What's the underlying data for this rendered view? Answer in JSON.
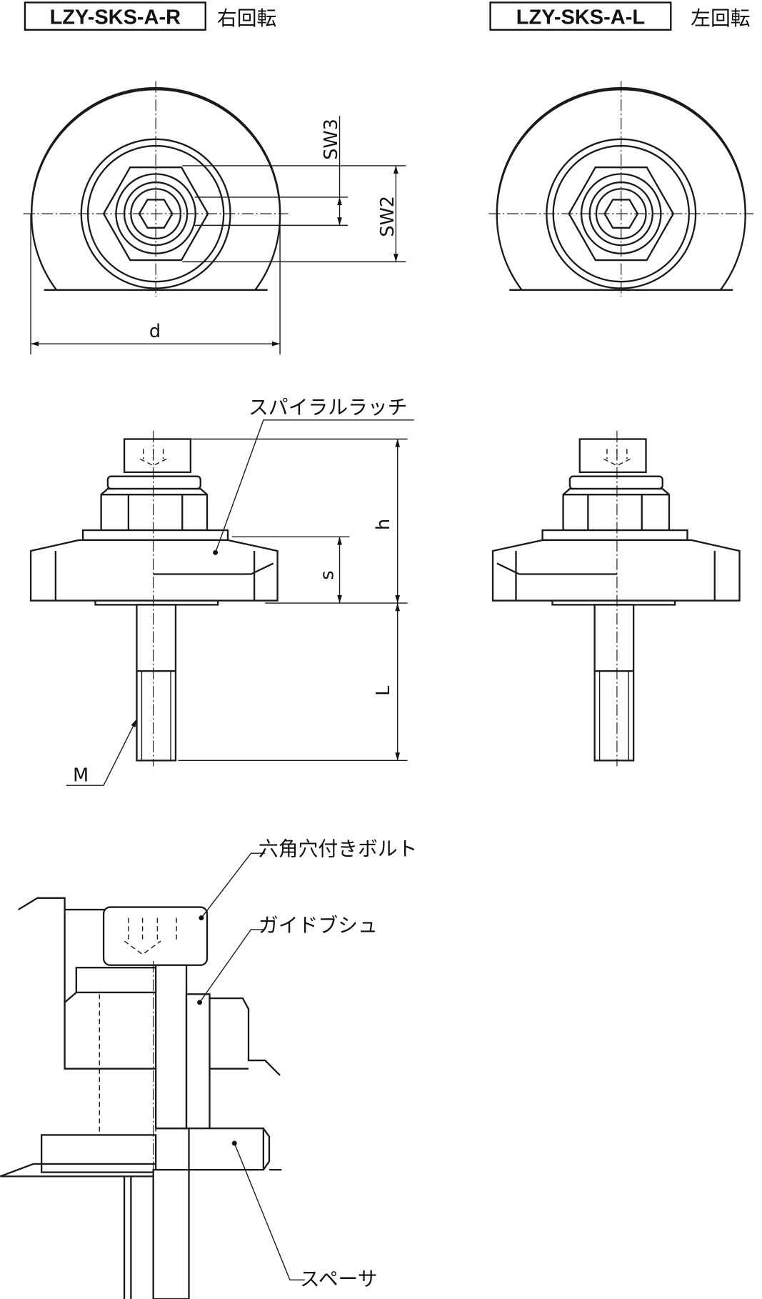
{
  "headers": {
    "right": {
      "model": "LZY-SKS-A-R",
      "rotation": "右回転"
    },
    "left": {
      "model": "LZY-SKS-A-L",
      "rotation": "左回転"
    }
  },
  "dimensions": {
    "sw3": "SW3",
    "sw2": "SW2",
    "d": "d",
    "h": "h",
    "s": "s",
    "L": "L",
    "M": "M"
  },
  "callouts": {
    "spiral_latch": "スパイラルラッチ",
    "hex_bolt": "六角穴付きボルト",
    "guide_bush": "ガイドブシュ",
    "spacer": "スペーサ"
  }
}
